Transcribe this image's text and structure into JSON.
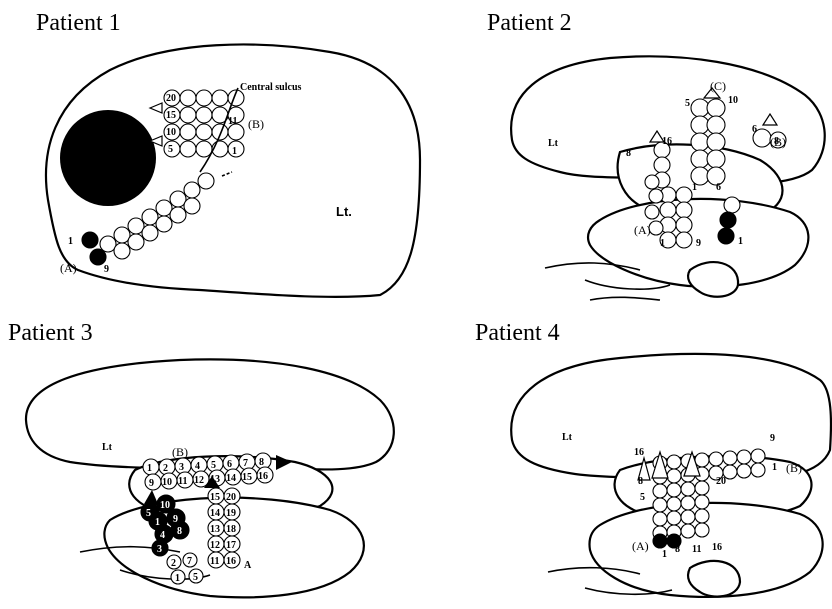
{
  "panels": [
    {
      "title": "Patient 1",
      "hemisphere": "Lt.",
      "grid_label": "(B)",
      "strip_label": "(A)",
      "sulcus_label": "Central sulcus",
      "grid_numbers": [
        "20",
        "15",
        "10",
        "5",
        "11",
        "1"
      ],
      "strip_numbers": [
        "1",
        "9"
      ]
    },
    {
      "title": "Patient 2",
      "hemisphere": "Lt",
      "labels": [
        "(C)",
        "(B)",
        "(A)"
      ],
      "numbers": [
        "5",
        "10",
        "6",
        "8",
        "8",
        "16",
        "1",
        "6",
        "1",
        "9",
        "1"
      ]
    },
    {
      "title": "Patient 3",
      "hemisphere": "Lt",
      "labels": [
        "(B)",
        "A"
      ],
      "row1": [
        "1",
        "2",
        "3",
        "4",
        "5",
        "6",
        "7",
        "8"
      ],
      "row2": [
        "9",
        "10",
        "11",
        "12",
        "13",
        "14",
        "15",
        "16"
      ],
      "vertical": [
        "15",
        "20",
        "14",
        "19",
        "13",
        "18",
        "12",
        "17",
        "11",
        "16"
      ],
      "dark": [
        "10",
        "5",
        "1",
        "9",
        "4",
        "8",
        "3"
      ],
      "lower": [
        "2",
        "7",
        "1",
        "5"
      ]
    },
    {
      "title": "Patient 4",
      "hemisphere": "Lt",
      "labels": [
        "(B)",
        "(A)"
      ],
      "numbers": [
        "16",
        "9",
        "1",
        "8",
        "20",
        "5",
        "1",
        "8",
        "11",
        "16"
      ]
    }
  ]
}
